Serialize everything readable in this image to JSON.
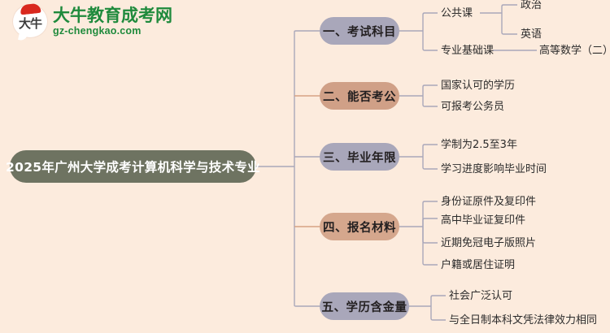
{
  "page": {
    "background_color": "#fcebdd",
    "type": "mindmap"
  },
  "branding": {
    "badge_text": "大牛",
    "site_name": "大牛教育成考网",
    "site_url": "gz-chengkao.com",
    "brand_color": "#1f8a3c",
    "cap_color": "#d9281e"
  },
  "mindmap": {
    "root": {
      "label": "2025年广州大学成考计算机科学与技术专业",
      "color": "#6e7361",
      "text_color": "#ffffff"
    },
    "branches": [
      {
        "label": "一、考试科目",
        "color": "#a9a7ba",
        "wire_color": "#a9a7ba",
        "children": [
          {
            "label": "公共课",
            "children": [
              {
                "label": "政治"
              },
              {
                "label": "英语"
              }
            ]
          },
          {
            "label": "专业基础课",
            "children": [
              {
                "label": "高等数学（二）"
              }
            ]
          }
        ]
      },
      {
        "label": "二、能否考公",
        "color": "#d0a087",
        "wire_color": "#d6a184",
        "children": [
          {
            "label": "国家认可的学历",
            "children": []
          },
          {
            "label": "可报考公务员",
            "children": []
          }
        ]
      },
      {
        "label": "三、毕业年限",
        "color": "#a9a7ba",
        "wire_color": "#a9a7ba",
        "children": [
          {
            "label": "学制为2.5至3年",
            "children": []
          },
          {
            "label": "学习进度影响毕业时间",
            "children": []
          }
        ]
      },
      {
        "label": "四、报名材料",
        "color": "#d5a78d",
        "wire_color": "#d6a184",
        "children": [
          {
            "label": "身份证原件及复印件",
            "children": []
          },
          {
            "label": "高中毕业证复印件",
            "children": []
          },
          {
            "label": "近期免冠电子版照片",
            "children": []
          },
          {
            "label": "户籍或居住证明",
            "children": []
          }
        ]
      },
      {
        "label": "五、学历含金量",
        "color": "#a9a7ba",
        "wire_color": "#a9a7ba",
        "children": [
          {
            "label": "社会广泛认可",
            "children": []
          },
          {
            "label": "与全日制本科文凭法律效力相同",
            "children": []
          }
        ]
      }
    ]
  }
}
